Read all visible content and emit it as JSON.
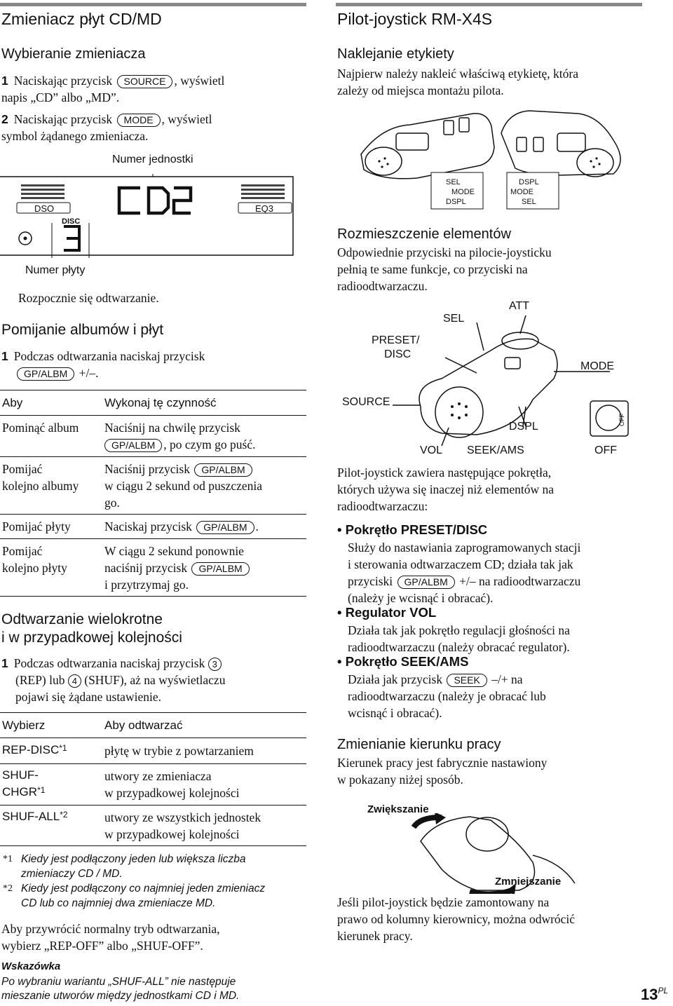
{
  "left": {
    "title": "Zmieniacz płyt CD/MD",
    "sec1_heading": "Wybieranie zmieniacza",
    "step1a_num": "1",
    "step1a_pre": "Naciskając przycisk",
    "step1a_key": "SOURCE",
    "step1a_post": ", wyświetl",
    "step1a_line2": "napis „CD” albo „MD”.",
    "step2_num": "2",
    "step2_pre": "Naciskając przycisk",
    "step2_key": "MODE",
    "step2_post": ", wyświetl",
    "step2_line2": "symbol żądanego zmieniacza.",
    "display": {
      "unit_label": "Numer jednostki",
      "dso": "DSO",
      "cd_text": "CD2",
      "eq3": "EQ3",
      "disc_label": "DISC",
      "disc_number": "3",
      "disc_num_label": "Numer płyty"
    },
    "play_start": "Rozpocznie się odtwarzanie.",
    "sec2_heading": "Pomijanie albumów i płyt",
    "sec2_step_num": "1",
    "sec2_step_line1": "Podczas odtwarzania naciskaj przycisk",
    "sec2_step_key": "GP/ALBM",
    "sec2_step_post": "+/–.",
    "table1": {
      "col1": "Aby",
      "col2": "Wykonaj tę czynność",
      "rows": [
        {
          "a": "Pominąć album",
          "b1": "Naciśnij na chwilę przycisk",
          "key": "GP/ALBM",
          "b2": ", po czym go puść."
        },
        {
          "a1": "Pomijać",
          "a2": "kolejno albumy",
          "b1": "Naciśnij przycisk",
          "key": "GP/ALBM",
          "b2": "w ciągu 2 sekund od puszczenia",
          "b3": "go."
        },
        {
          "a": "Pomijać płyty",
          "b1": "Naciskaj przycisk",
          "key": "GP/ALBM",
          "b2": "."
        },
        {
          "a1": "Pomijać",
          "a2": "kolejno płyty",
          "b1": "W ciągu 2 sekund ponownie",
          "b2": "naciśnij przycisk",
          "key": "GP/ALBM",
          "b3": "i przytrzymaj go."
        }
      ]
    },
    "sec3_heading_1": "Odtwarzanie wielokrotne",
    "sec3_heading_2": "i w przypadkowej kolejności",
    "sec3_step_num": "1",
    "sec3_step_line1": "Podczas odtwarzania naciskaj przycisk",
    "sec3_key3": "3",
    "sec3_step_line2a": "(REP) lub",
    "sec3_key4": "4",
    "sec3_step_line2b": "(SHUF), aż na wyświetlaczu",
    "sec3_step_line3": "pojawi się żądane ustawienie.",
    "table2": {
      "col1": "Wybierz",
      "col2": "Aby odtwarzać",
      "rows": [
        {
          "a": "REP-DISC",
          "sup": "*1",
          "b1": "płytę w trybie z powtarzaniem"
        },
        {
          "a1": "SHUF-",
          "a2": "CHGR",
          "sup": "*1",
          "b1": "utwory ze zmieniacza",
          "b2": "w przypadkowej kolejności"
        },
        {
          "a": "SHUF-ALL",
          "sup": "*2",
          "b1": "utwory ze wszystkich jednostek",
          "b2": "w przypadkowej kolejności"
        }
      ]
    },
    "fn1_mark": "*1",
    "fn1_line1": "Kiedy jest podłączony jeden lub większa liczba",
    "fn1_line2": "zmieniaczy CD / MD.",
    "fn2_mark": "*2",
    "fn2_line1": "Kiedy jest podłączony co najmniej jeden zmieniacz",
    "fn2_line2": "CD lub co najmniej dwa zmieniacze MD.",
    "restore_line1": "Aby przywrócić normalny tryb odtwarzania,",
    "restore_line2": "wybierz „REP-OFF” albo „SHUF-OFF”.",
    "tip_heading": "Wskazówka",
    "tip_line1": "Po wybraniu wariantu „SHUF-ALL” nie następuje",
    "tip_line2": "mieszanie utworów między jednostkami CD i MD."
  },
  "right": {
    "title": "Pilot-joystick RM-X4S",
    "sec1_heading": "Naklejanie etykiety",
    "sec1_line1": "Najpierw należy nakleić właściwą etykietę, która",
    "sec1_line2": "zależy od miejsca montażu pilota.",
    "label_a": [
      "SEL",
      "MODE",
      "DSPL"
    ],
    "label_b": [
      "DSPL",
      "MODE",
      "SEL"
    ],
    "sec2_heading": "Rozmieszczenie elementów",
    "sec2_line1": "Odpowiednie przyciski na pilocie-joysticku",
    "sec2_line2": "pełnią te same funkcje, co przyciski na",
    "sec2_line3": "radioodtwarzaczu.",
    "diagram": {
      "att": "ATT",
      "sel": "SEL",
      "preset1": "PRESET/",
      "preset2": "DISC",
      "mode": "MODE",
      "source": "SOURCE",
      "dspl": "DSPL",
      "vol": "VOL",
      "seek": "SEEK/AMS",
      "off": "OFF",
      "off_small": "OFF"
    },
    "intro_line1": "Pilot-joystick zawiera następujące pokrętła,",
    "intro_line2": "których używa się inaczej niż elementów na",
    "intro_line3": "radioodtwarzaczu:",
    "b1_title": "Pokrętło PRESET/DISC",
    "b1_line1": "Służy do nastawiania zaprogramowanych stacji",
    "b1_line2": "i sterowania odtwarzaczem CD; działa tak jak",
    "b1_line3a": "przyciski",
    "b1_key": "GP/ALBM",
    "b1_line3b": "+/– na radioodtwarzaczu",
    "b1_line4": "(należy je wcisnąć i obracać).",
    "b2_title": "Regulator VOL",
    "b2_line1": "Działa tak jak pokrętło regulacji głośności na",
    "b2_line2": "radioodtwarzaczu (należy obracać regulator).",
    "b3_title": "Pokrętło SEEK/AMS",
    "b3_line1a": "Działa jak przycisk",
    "b3_key": "SEEK",
    "b3_line1b": "–/+ na",
    "b3_line2": "radioodtwarzaczu (należy je obracać lub",
    "b3_line3": "wcisnąć i obracać).",
    "sec3_heading": "Zmienianie kierunku pracy",
    "sec3_line1": "Kierunek pracy jest fabrycznie nastawiony",
    "sec3_line2": "w pokazany niżej sposób.",
    "increase": "Zwiększanie",
    "decrease": "Zmniejszanie",
    "final_line1": "Jeśli pilot-joystick będzie zamontowany na",
    "final_line2": "prawo od kolumny kierownicy, można odwrócić",
    "final_line3": "kierunek pracy."
  },
  "page_number": "13",
  "page_suffix": "PL"
}
